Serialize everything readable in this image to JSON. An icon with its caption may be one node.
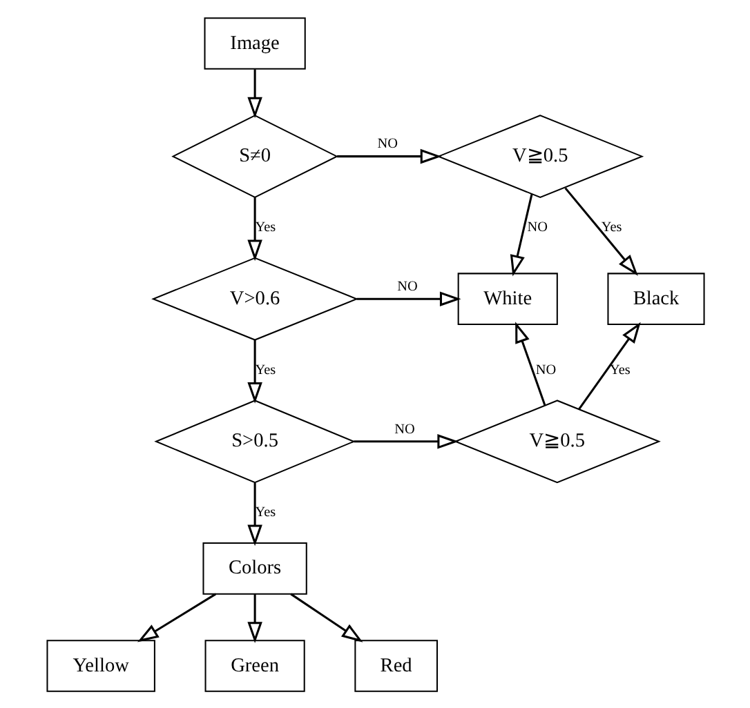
{
  "diagram": {
    "nodes": [
      {
        "text": [
          "Image"
        ]
      },
      {
        "text": [
          "S≠0"
        ]
      },
      {
        "text": [
          "V≧0.5"
        ]
      },
      {
        "text": [
          "V>0.6"
        ]
      },
      {
        "text": [
          "White"
        ]
      },
      {
        "text": [
          "Black"
        ]
      },
      {
        "text": [
          "S>0.5"
        ]
      },
      {
        "text": [
          "V≧0.5"
        ]
      },
      {
        "text": [
          "Colors"
        ]
      },
      {
        "text": [
          "Yellow"
        ]
      },
      {
        "text": [
          "Green"
        ]
      },
      {
        "text": [
          "Red"
        ]
      }
    ],
    "edges": [
      {
        "from": 0,
        "to": 1,
        "arrow": "to"
      },
      {
        "from": 1,
        "to": 2,
        "arrow": "to",
        "label": "NO"
      },
      {
        "from": 2,
        "to": 5,
        "arrow": "to",
        "label": "Yes"
      },
      {
        "from": 2,
        "to": 4,
        "arrow": "to",
        "label": "NO"
      },
      {
        "from": 1,
        "to": 3,
        "arrow": "to",
        "label": "Yes"
      },
      {
        "from": 3,
        "to": 4,
        "arrow": "to",
        "label": "NO"
      },
      {
        "from": 3,
        "to": 6,
        "arrow": "to",
        "label": "Yes"
      },
      {
        "from": 6,
        "to": 7,
        "arrow": "to",
        "label": "NO"
      },
      {
        "from": 7,
        "to": 4,
        "arrow": "to",
        "label": "NO"
      },
      {
        "from": 7,
        "to": 5,
        "arrow": "to",
        "label": "Yes"
      },
      {
        "from": 6,
        "to": 8,
        "arrow": "to",
        "label": "Yes"
      },
      {
        "from": 8,
        "to": 9,
        "arrow": "to"
      },
      {
        "from": 8,
        "to": 10,
        "arrow": "to"
      },
      {
        "from": 8,
        "to": 11,
        "arrow": "to"
      }
    ]
  }
}
